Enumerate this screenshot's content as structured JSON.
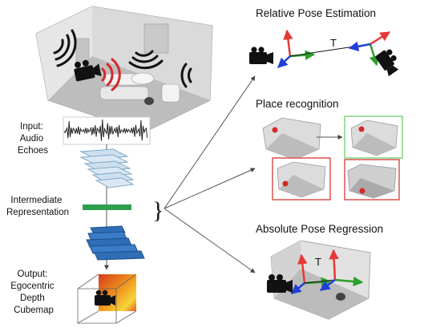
{
  "input_label": [
    "Input:",
    "Audio",
    "Echoes"
  ],
  "intermediate_label": [
    "Intermediate",
    "Representation"
  ],
  "output_label": [
    "Output:",
    "Egocentric",
    "Depth",
    "Cubemap"
  ],
  "tasks": {
    "relative_pose": {
      "title": "Relative Pose Estimation",
      "translation": "T"
    },
    "place_recognition": {
      "title": "Place recognition"
    },
    "absolute_pose": {
      "title": "Absolute Pose Regression",
      "translation": "T"
    }
  },
  "brace": "}",
  "colors": {
    "encoder_fill": "#cde0ef",
    "representation": "#2e9e4f",
    "decoder_fill": "#2f6db5",
    "match_border": "#7fd67f",
    "mismatch_border": "#d9534f",
    "axis_x": "#e53935",
    "axis_y": "#2ca02c",
    "axis_z": "#1f3fd8",
    "sound_waves": "#111111",
    "sound_waves_active": "#d62828"
  }
}
